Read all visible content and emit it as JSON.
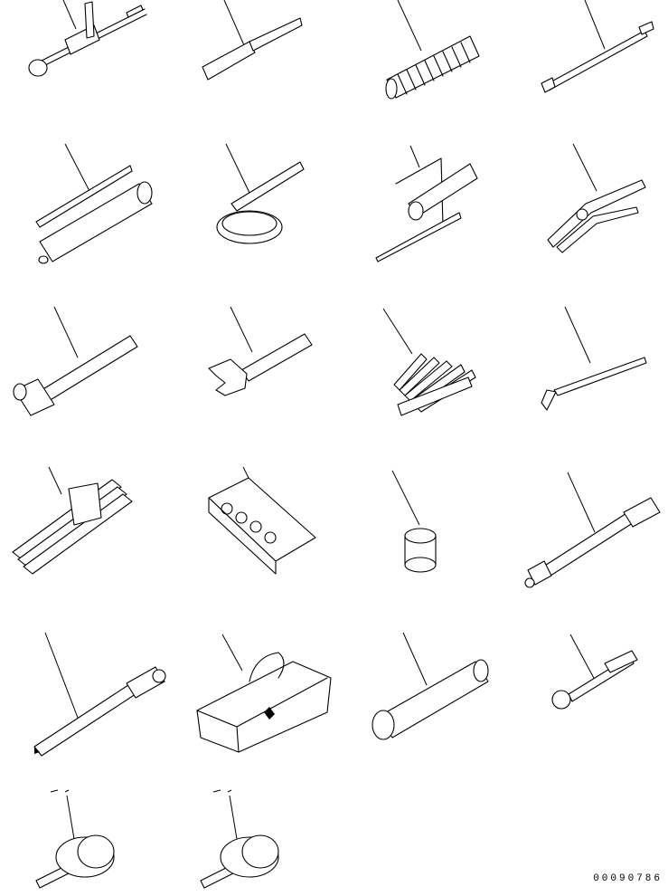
{
  "diagram": {
    "catalog_number": "00090786",
    "tools": [
      {
        "id": 1,
        "icon": "slide-hammer-puller-icon"
      },
      {
        "id": 2,
        "icon": "screwdriver-icon"
      },
      {
        "id": 3,
        "icon": "coiled-hose-icon"
      },
      {
        "id": 4,
        "icon": "long-extension-bar-icon"
      },
      {
        "id": 5,
        "icon": "grease-gun-icon"
      },
      {
        "id": 6,
        "icon": "filter-wrench-icon"
      },
      {
        "id": 7,
        "icon": "screwdriver-set-icon"
      },
      {
        "id": 8,
        "icon": "pliers-icon"
      },
      {
        "id": 9,
        "icon": "hammer-icon"
      },
      {
        "id": 10,
        "icon": "adjustable-wrench-icon"
      },
      {
        "id": 11,
        "icon": "feeler-gauge-icon"
      },
      {
        "id": 12,
        "icon": "pry-bar-icon"
      },
      {
        "id": 13,
        "icon": "wrench-set-icon"
      },
      {
        "id": 14,
        "icon": "socket-set-case-icon"
      },
      {
        "id": 15,
        "icon": "socket-icon"
      },
      {
        "id": 16,
        "icon": "torque-handle-icon"
      },
      {
        "id": 17,
        "icon": "tire-pressure-gauge-icon"
      },
      {
        "id": 18,
        "icon": "tool-bag-icon"
      },
      {
        "id": 19,
        "icon": "grease-pump-icon"
      },
      {
        "id": 20,
        "icon": "extension-socket-icon"
      },
      {
        "id": 21,
        "icon": "bearing-driver-icon"
      },
      {
        "id": 22,
        "icon": "bearing-driver-icon"
      }
    ]
  }
}
